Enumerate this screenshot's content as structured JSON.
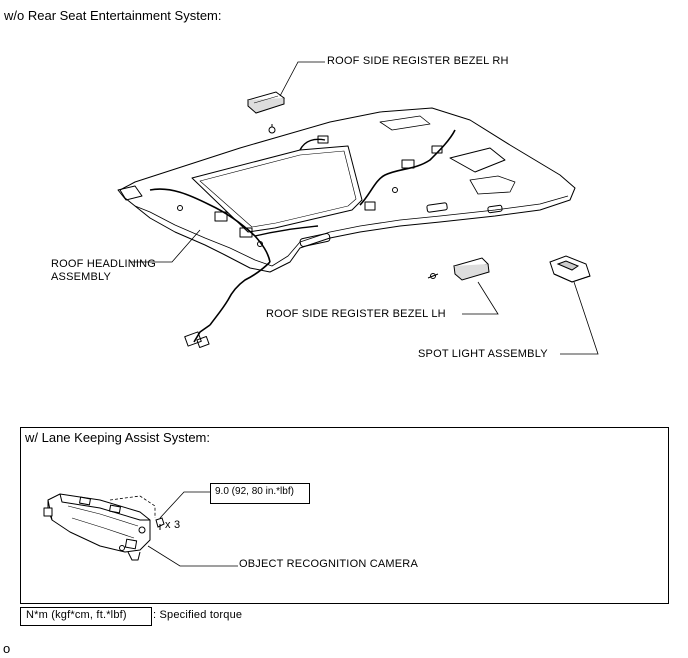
{
  "top_section": {
    "heading": "w/o Rear Seat Entertainment System:",
    "labels": {
      "bezel_rh": "ROOF SIDE REGISTER BEZEL RH",
      "headlining_line1": "ROOF HEADLINING",
      "headlining_line2": "ASSEMBLY",
      "bezel_lh": "ROOF SIDE REGISTER BEZEL LH",
      "spot_light": "SPOT LIGHT ASSEMBLY"
    }
  },
  "lka_section": {
    "heading": "w/ Lane Keeping Assist System:",
    "torque_value": "9.0 (92, 80 in.*lbf)",
    "qty": "x 3",
    "camera_label": "OBJECT RECOGNITION CAMERA"
  },
  "legend": {
    "unit_box": "N*m (kgf*cm, ft.*lbf)",
    "description": ": Specified torque"
  },
  "footer": {
    "mark": "o"
  }
}
